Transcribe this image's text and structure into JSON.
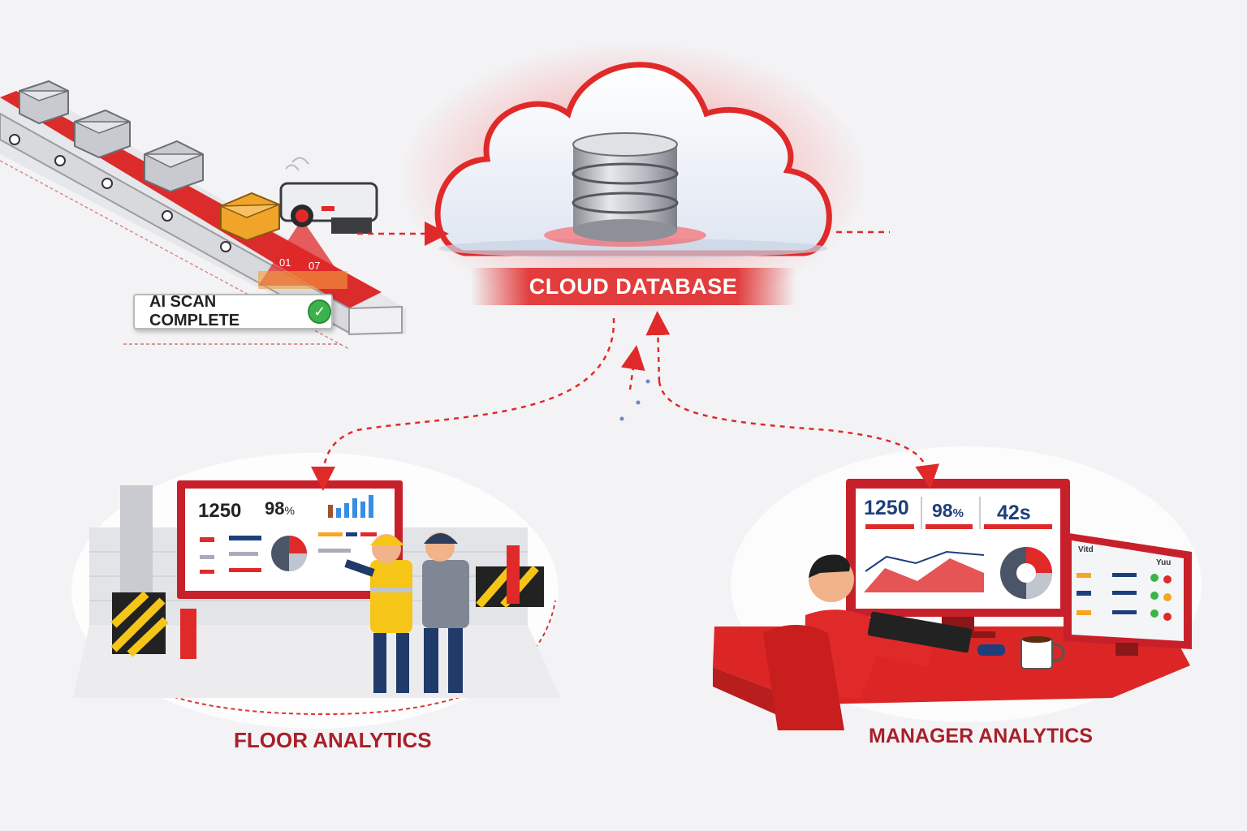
{
  "cloud": {
    "label": "CLOUD DATABASE"
  },
  "scanner": {
    "badge": "AI SCAN COMPLETE",
    "codes": [
      "01",
      "07"
    ]
  },
  "floor": {
    "label": "FLOOR ANALYTICS",
    "kpis": {
      "count": "1250",
      "rate": "98",
      "rate_unit": "%"
    }
  },
  "manager": {
    "label": "MANAGER ANALYTICS",
    "kpis": {
      "count": "1250",
      "rate": "98",
      "rate_unit": "%",
      "time": "42s"
    },
    "side_headers": [
      "Vitd",
      "Yuu"
    ]
  },
  "colors": {
    "accent": "#e02a2a",
    "label": "#a8202a",
    "kpi_blue": "#1e3f7a",
    "bg": "#f3f3f5"
  },
  "icons": [
    "conveyor-icon",
    "box-icon",
    "camera-icon",
    "cloud-icon",
    "database-icon",
    "worker-icon",
    "monitor-icon",
    "coffee-mug-icon",
    "check-icon"
  ]
}
